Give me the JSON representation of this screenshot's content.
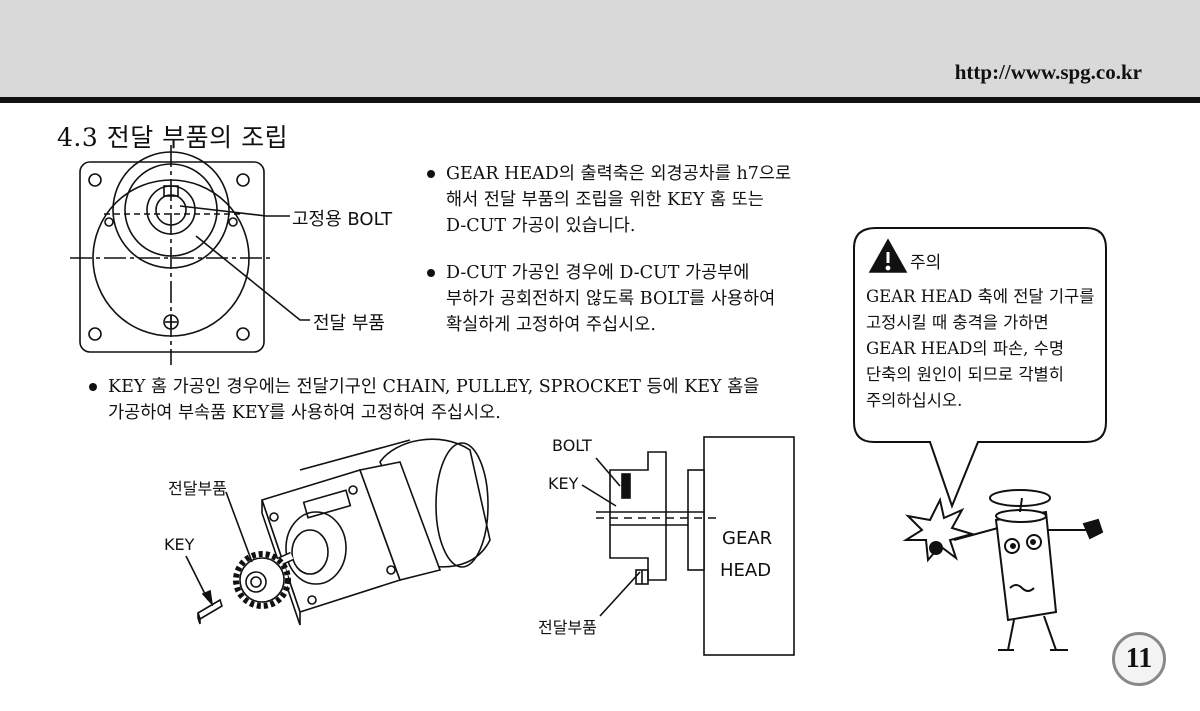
{
  "header": {
    "url": "http://www.spg.co.kr"
  },
  "section": {
    "title": "4.3 전달 부품의 조립"
  },
  "diagram_top": {
    "label_bolt": "고정용 BOLT",
    "label_part": "전달 부품"
  },
  "bullets": [
    {
      "lines": [
        "GEAR HEAD의 출력축은 외경공차를 h7으로",
        "해서 전달 부품의 조립을 위한 KEY 홈 또는",
        "D-CUT 가공이 있습니다."
      ]
    },
    {
      "lines": [
        "D-CUT 가공인 경우에 D-CUT 가공부에",
        "부하가 공회전하지 않도록 BOLT를 사용하여",
        "확실하게 고정하여 주십시오."
      ]
    },
    {
      "lines": [
        "KEY 홈 가공인 경우에는 전달기구인 CHAIN, PULLEY, SPROCKET 등에 KEY 홈을",
        "가공하여 부속품 KEY를 사용하여 고정하여 주십시오."
      ]
    }
  ],
  "diagram_iso": {
    "label_part": "전달부품",
    "label_key": "KEY"
  },
  "diagram_section": {
    "label_bolt": "BOLT",
    "label_key": "KEY",
    "label_part": "전달부품",
    "gear_line1": "GEAR",
    "gear_line2": "HEAD"
  },
  "caution": {
    "title": "주의",
    "lines": [
      "GEAR HEAD 축에 전달 기구를",
      "고정시킬 때 충격을 가하면",
      "GEAR HEAD의 파손, 수명",
      "단축의 원인이 되므로 각별히",
      "주의하십시오."
    ]
  },
  "page": {
    "number": "11"
  }
}
